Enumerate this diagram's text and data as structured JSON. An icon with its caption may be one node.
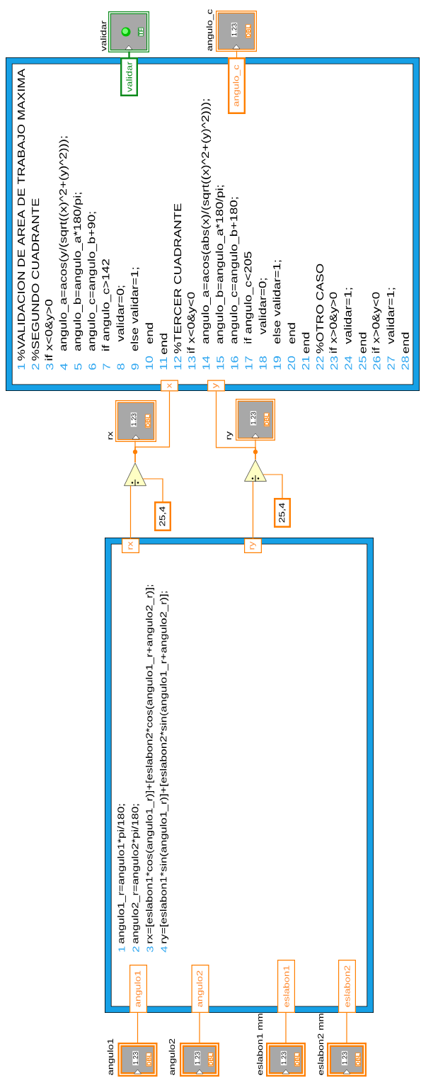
{
  "diagram": {
    "nodes": [
      {
        "text": [
          "validar",
          "TF"
        ]
      },
      {
        "text": [
          "angulo_c",
          "1.23",
          "DBL"
        ]
      },
      {
        "text": [
          "1",
          "%VALIDACION DE AREA DE TRABAJO MAXIMA",
          "2",
          "%SEGUNDO CUADRANTE",
          "3",
          "if x<0&y>0",
          "4",
          "angulo_a=acos(y/(sqrt((x)^2+(y)^2)));",
          "5",
          "angulo_b=angulo_a*180/pi;",
          "6",
          "angulo_c=angulo_b+90;",
          "7",
          "if angulo_c>142",
          "8",
          "validar=0;",
          "9",
          "else validar=1;",
          "10",
          "end",
          "11",
          "end",
          "12",
          "%TERCER CUADRANTE",
          "13",
          "if x<0&y<0",
          "14",
          "angulo_a=acos(abs(x)/(sqrt((x)^2+(y)^2)));",
          "15",
          "angulo_b=angulo_a*180/pi;",
          "16",
          "angulo_c=angulo_b+180;",
          "17",
          "if angulo_c<205",
          "18",
          "validar=0;",
          "19",
          "else validar=1;",
          "20",
          "end",
          "21",
          "end",
          "22",
          "%OTRO CASO",
          "23",
          "if x>0&y>0",
          "24",
          "validar=1;",
          "25",
          "end",
          "26",
          "if x>0&y<0",
          "27",
          "validar=1;",
          "28",
          "end"
        ]
      },
      {
        "text": [
          "validar"
        ],
        "in": 2
      },
      {
        "text": [
          "angulo_c"
        ],
        "in": 2
      },
      {
        "text": [
          "x"
        ]
      },
      {
        "text": [
          "y"
        ]
      },
      {
        "text": [
          "rx",
          "1.23",
          "DBL"
        ]
      },
      {
        "text": [
          "ry",
          "1.23",
          "DBL"
        ]
      },
      {
        "text": [],
        "shape": "triangle"
      },
      {
        "text": [],
        "shape": "triangle"
      },
      {
        "text": [
          "25,4"
        ]
      },
      {
        "text": [
          "25,4"
        ]
      },
      {
        "text": [
          "1",
          "angulo1_r=angulo1*pi/180;",
          "2",
          "angulo2_r=angulo2*pi/180;",
          "3",
          "rx=[eslabon1*cos(angulo1_r)]+[eslabon2*cos(angulo1_r+angulo2_r)];",
          "4",
          "ry=[eslabon1*sin(angulo1_r)]+[eslabon2*sin(angulo1_r+angulo2_r)];"
        ]
      },
      {
        "text": [
          "rx"
        ]
      },
      {
        "text": [
          "ry"
        ]
      },
      {
        "text": [
          "angulo1"
        ],
        "in": 13
      },
      {
        "text": [
          "angulo2"
        ],
        "in": 13
      },
      {
        "text": [
          "eslabon1"
        ],
        "in": 13
      },
      {
        "text": [
          "eslabon2"
        ],
        "in": 13
      },
      {
        "text": [
          "angulo1",
          "1.23",
          "DBL"
        ]
      },
      {
        "text": [
          "angulo2",
          "1.23",
          "DBL"
        ]
      },
      {
        "text": [
          "eslabon1 mm",
          "1.23",
          "DBL"
        ]
      },
      {
        "text": [
          "eslabon2 mm",
          "1.23",
          "DBL"
        ]
      }
    ],
    "edges": [
      {
        "from": 3,
        "to": 0,
        "arrow": "none",
        "color": "#0b8a1b"
      },
      {
        "from": 4,
        "to": 1,
        "arrow": "none"
      },
      {
        "from": 14,
        "to": 9,
        "arrow": "none"
      },
      {
        "from": 11,
        "to": 9,
        "arrow": "none"
      },
      {
        "from": 9,
        "to": 7,
        "arrow": "none"
      },
      {
        "from": 9,
        "to": 5,
        "arrow": "none"
      },
      {
        "from": 15,
        "to": 10,
        "arrow": "none"
      },
      {
        "from": 12,
        "to": 10,
        "arrow": "none"
      },
      {
        "from": 10,
        "to": 8,
        "arrow": "none"
      },
      {
        "from": 10,
        "to": 6,
        "arrow": "none"
      },
      {
        "from": 20,
        "to": 16,
        "arrow": "none"
      },
      {
        "from": 21,
        "to": 17,
        "arrow": "none"
      },
      {
        "from": 22,
        "to": 18,
        "arrow": "none"
      },
      {
        "from": 23,
        "to": 19,
        "arrow": "none"
      }
    ]
  }
}
